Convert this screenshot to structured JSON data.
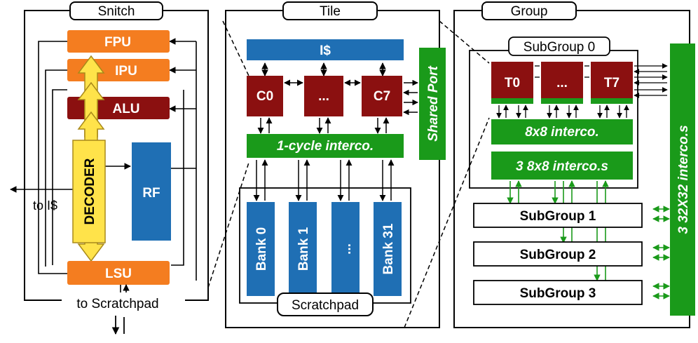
{
  "colors": {
    "orange": "#f47d20",
    "darkred": "#8b1010",
    "blue": "#1f6fb4",
    "green": "#1a9a1a",
    "yellow": "#ffe34a",
    "black": "#000000",
    "white": "#ffffff"
  },
  "snitch": {
    "title": "Snitch",
    "fpu": "FPU",
    "ipu": "IPU",
    "alu": "ALU",
    "decoder": "DECODER",
    "rf": "RF",
    "lsu": "LSU",
    "to_icache": "to I$",
    "to_scratchpad": "to Scratchpad"
  },
  "tile": {
    "title": "Tile",
    "icache": "I$",
    "cores": [
      "C0",
      "...",
      "C7"
    ],
    "shared_port": "Shared Port",
    "interco": "1-cycle interco.",
    "banks": [
      "Bank 0",
      "Bank 1",
      "...",
      "Bank 31"
    ],
    "scratchpad": "Scratchpad"
  },
  "group": {
    "title": "Group",
    "subgroup0": "SubGroup 0",
    "tiles": [
      "T0",
      "...",
      "T7"
    ],
    "interco_8x8": "8x8 interco.",
    "interco_3_8x8": "3 8x8 interco.s",
    "subgroups": [
      "SubGroup 1",
      "SubGroup 2",
      "SubGroup 3"
    ],
    "interco_32x32": "3 32X32 interco.s"
  }
}
